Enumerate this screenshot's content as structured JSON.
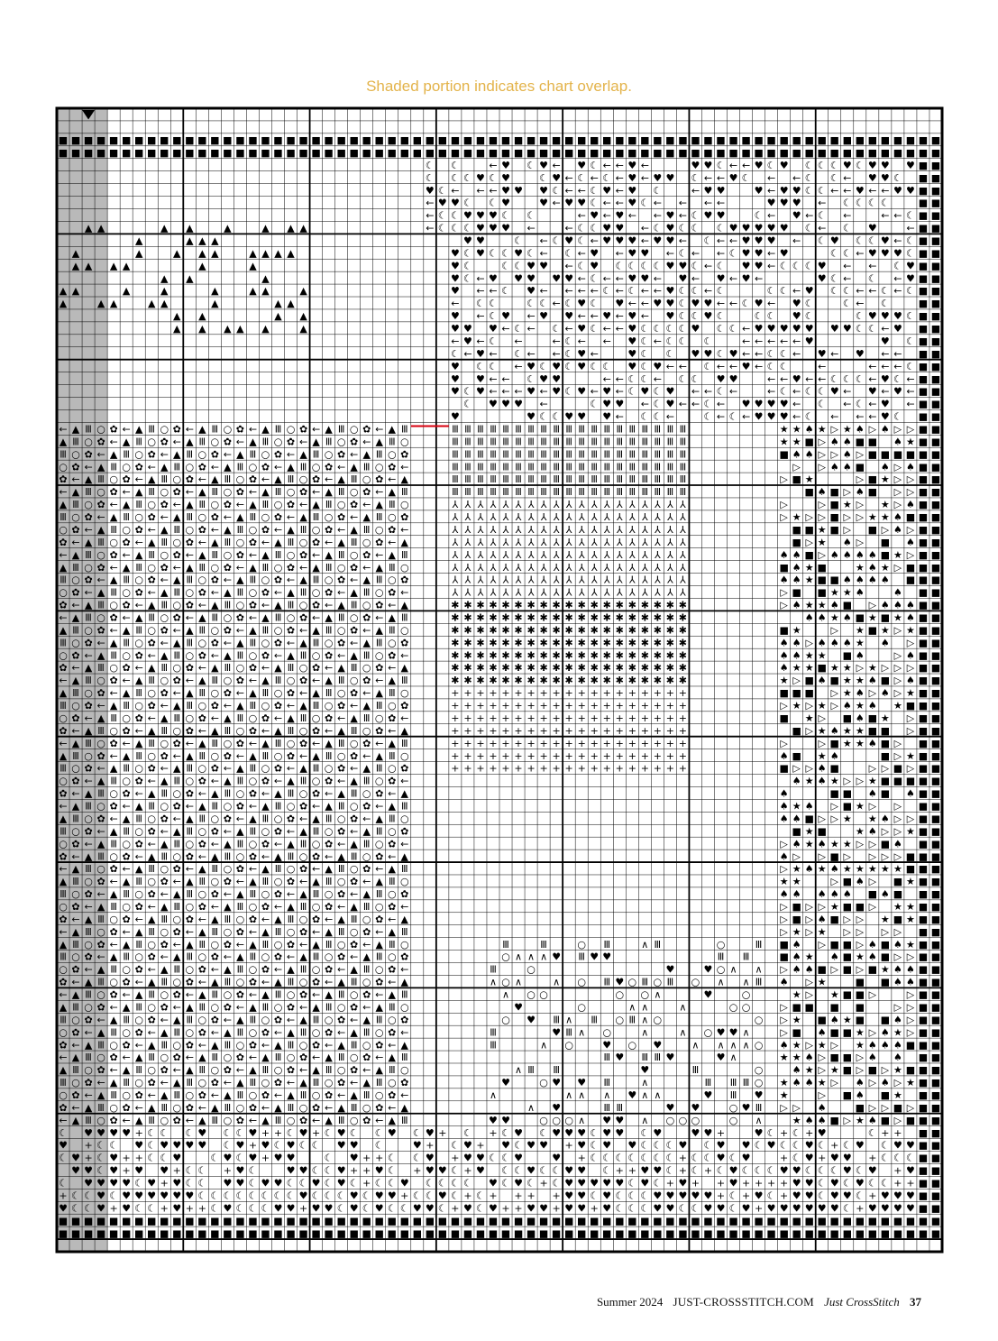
{
  "caption": "Shaded portion indicates chart overlap.",
  "footer": {
    "issue": "Summer 2024",
    "site": "JUST-CROSSSTITCH.COM",
    "magazine": "Just CrossStitch",
    "page": "37"
  },
  "chart": {
    "columns": 70,
    "rows": 91,
    "shaded_columns": 4,
    "highlight_color": "#d8000f",
    "shade_color": "#b9b9b9",
    "symbols": [
      "■",
      "▲",
      "♥",
      "☾",
      "←",
      "Ⅲ",
      "✿",
      "○",
      "⅄",
      "✱",
      "+",
      "∧",
      "★",
      "▷",
      "♠"
    ]
  }
}
